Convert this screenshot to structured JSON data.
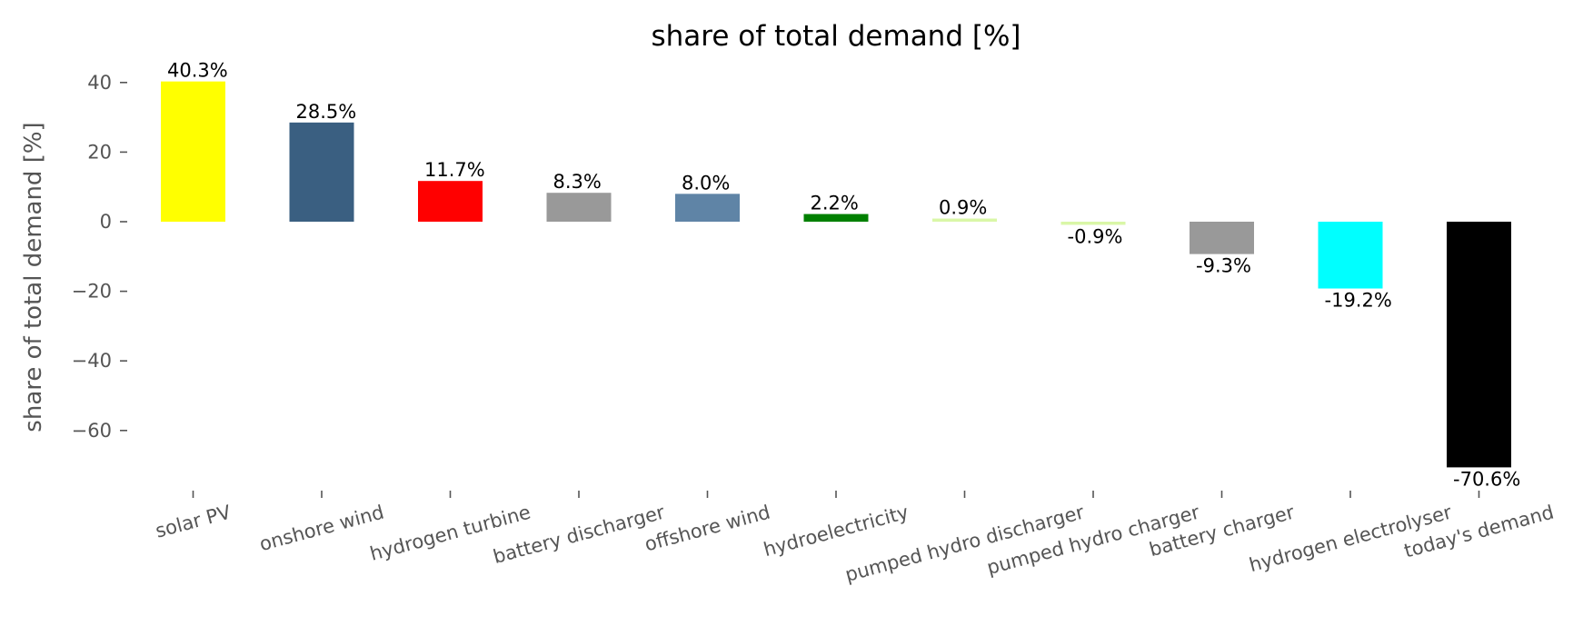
{
  "chart_data": {
    "type": "bar",
    "title": "share of total demand [%]",
    "xlabel": "",
    "ylabel": "share of total demand [%]",
    "ylim": [
      -75,
      45
    ],
    "yticks": [
      40,
      20,
      0,
      -20,
      -40,
      -60
    ],
    "ytick_labels": [
      "40",
      "20",
      "0",
      "−20",
      "−40",
      "−60"
    ],
    "grid": false,
    "categories": [
      "solar PV",
      "onshore wind",
      "hydrogen turbine",
      "battery discharger",
      "offshore wind",
      "hydroelectricity",
      "pumped hydro discharger",
      "pumped hydro charger",
      "battery charger",
      "hydrogen electrolyser",
      "today's demand"
    ],
    "values": [
      40.3,
      28.5,
      11.7,
      8.3,
      8.0,
      2.2,
      0.9,
      -0.9,
      -9.3,
      -19.2,
      -70.6
    ],
    "data_labels": [
      "40.3%",
      "28.5%",
      "11.7%",
      "8.3%",
      "8.0%",
      "2.2%",
      "0.9%",
      "-0.9%",
      "-9.3%",
      "-19.2%",
      "-70.6%"
    ],
    "colors": [
      "#ffff00",
      "#3a5f81",
      "#ff0000",
      "#999999",
      "#5f84a6",
      "#008000",
      "#d9f7a7",
      "#d9f7a7",
      "#999999",
      "#00ffff",
      "#000000"
    ]
  }
}
